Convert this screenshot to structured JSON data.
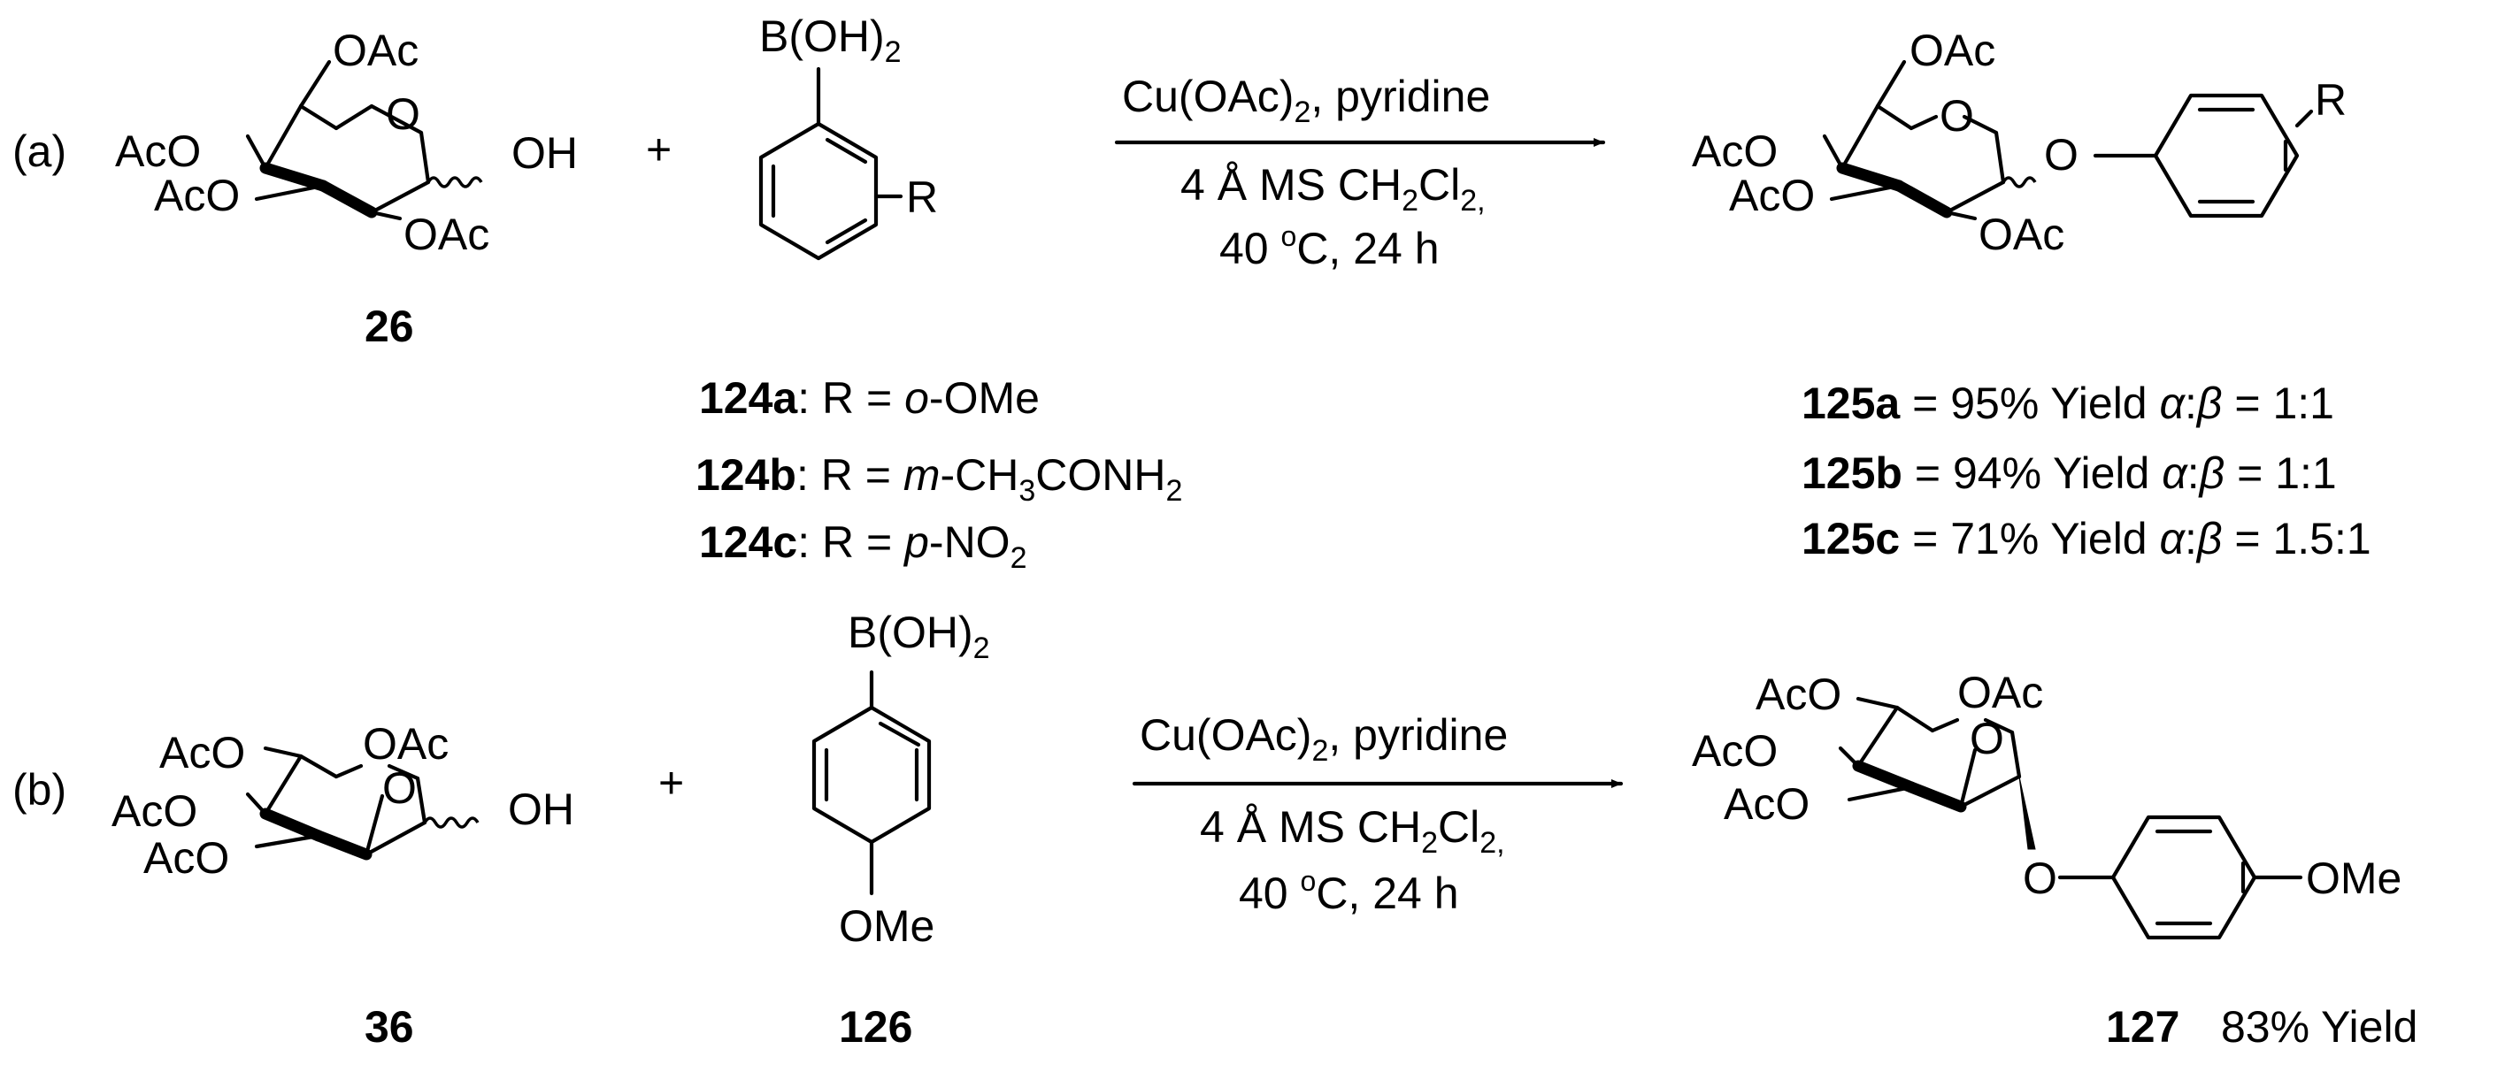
{
  "scheme_a": {
    "tag": "(a)",
    "plus": "+",
    "sm_label": "26",
    "reagent": {
      "boronic": "B(OH)",
      "boronic_sub": "2",
      "ring_sub": "R"
    },
    "conditions": {
      "line1": "Cu(OAc)",
      "line1_sub": "2",
      "line1_tail": ", pyridine",
      "line2_a": "4 Å MS CH",
      "line2_sub1": "2",
      "line2_b": "Cl",
      "line2_sub2": "2,",
      "line3_a": "40 ",
      "line3_sup": "o",
      "line3_b": "C, 24 h"
    },
    "r_groups": [
      {
        "id": "124a",
        "text": ": R = ",
        "ital": "o",
        "tail": "-OMe",
        "sub": "",
        "tail2": ""
      },
      {
        "id": "124b",
        "text": ": R = ",
        "ital": "m",
        "tail": "-CH",
        "sub": "3",
        "tail2": "CONH",
        "sub2": "2"
      },
      {
        "id": "124c",
        "text": ": R = ",
        "ital": "p",
        "tail": "-NO",
        "sub": "2",
        "tail2": ""
      }
    ],
    "product": {
      "ring_sub": "R"
    },
    "results": [
      {
        "id": "125a",
        "text": " = 95% Yield ",
        "alpha": "α",
        "colon": ":",
        "beta": "β",
        "ratio": " = 1:1"
      },
      {
        "id": "125b",
        "text": " = 94% Yield ",
        "alpha": "α",
        "colon": ":",
        "beta": "β",
        "ratio": " = 1:1"
      },
      {
        "id": "125c",
        "text": " = 71% Yield ",
        "alpha": "α",
        "colon": ":",
        "beta": "β",
        "ratio": " = 1.5:1"
      }
    ]
  },
  "scheme_b": {
    "tag": "(b)",
    "plus": "+",
    "sm_label": "36",
    "reagent_label": "126",
    "reagent": {
      "boronic": "B(OH)",
      "boronic_sub": "2",
      "para": "OMe"
    },
    "conditions": {
      "line1": "Cu(OAc)",
      "line1_sub": "2",
      "line1_tail": ", pyridine",
      "line2_a": "4 Å MS CH",
      "line2_sub1": "2",
      "line2_b": "Cl",
      "line2_sub2": "2,",
      "line3_a": "40 ",
      "line3_sup": "o",
      "line3_b": "C, 24 h"
    },
    "product_label": "127",
    "product_yield": "83% Yield",
    "product_para": "OMe"
  },
  "atoms": {
    "OAc": "OAc",
    "AcO": "AcO",
    "OH": "OH",
    "O": "O"
  }
}
